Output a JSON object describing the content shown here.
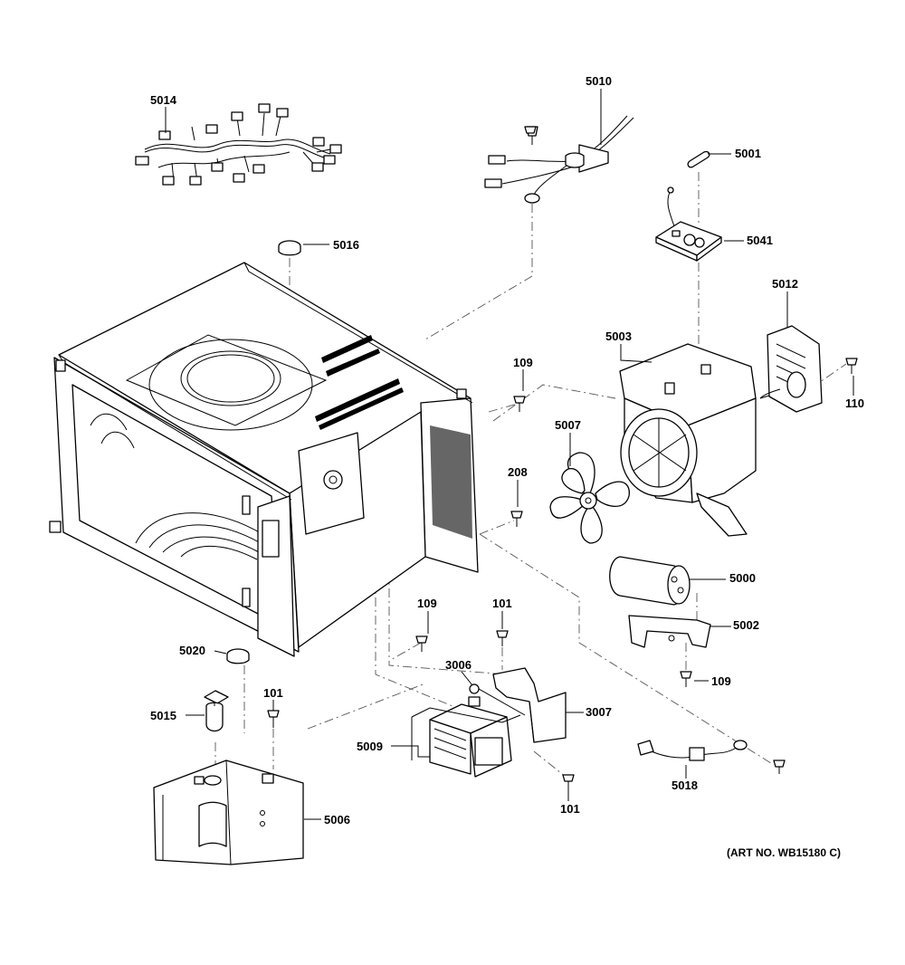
{
  "art_number": "(ART NO. WB15180 C)",
  "part_labels": {
    "p5014": "5014",
    "p5010": "5010",
    "p5001": "5001",
    "p5041": "5041",
    "p5016": "5016",
    "p5012": "5012",
    "p5003": "5003",
    "p109a": "109",
    "p110": "110",
    "p5007": "5007",
    "p208": "208",
    "p5000": "5000",
    "p109b": "109",
    "p101a": "101",
    "p5002": "5002",
    "p3006": "3006",
    "p109c": "109",
    "p5020": "5020",
    "p3007": "3007",
    "p101b": "101",
    "p5015": "5015",
    "p5009": "5009",
    "p5018": "5018",
    "p101c": "101",
    "p5006": "5006"
  }
}
